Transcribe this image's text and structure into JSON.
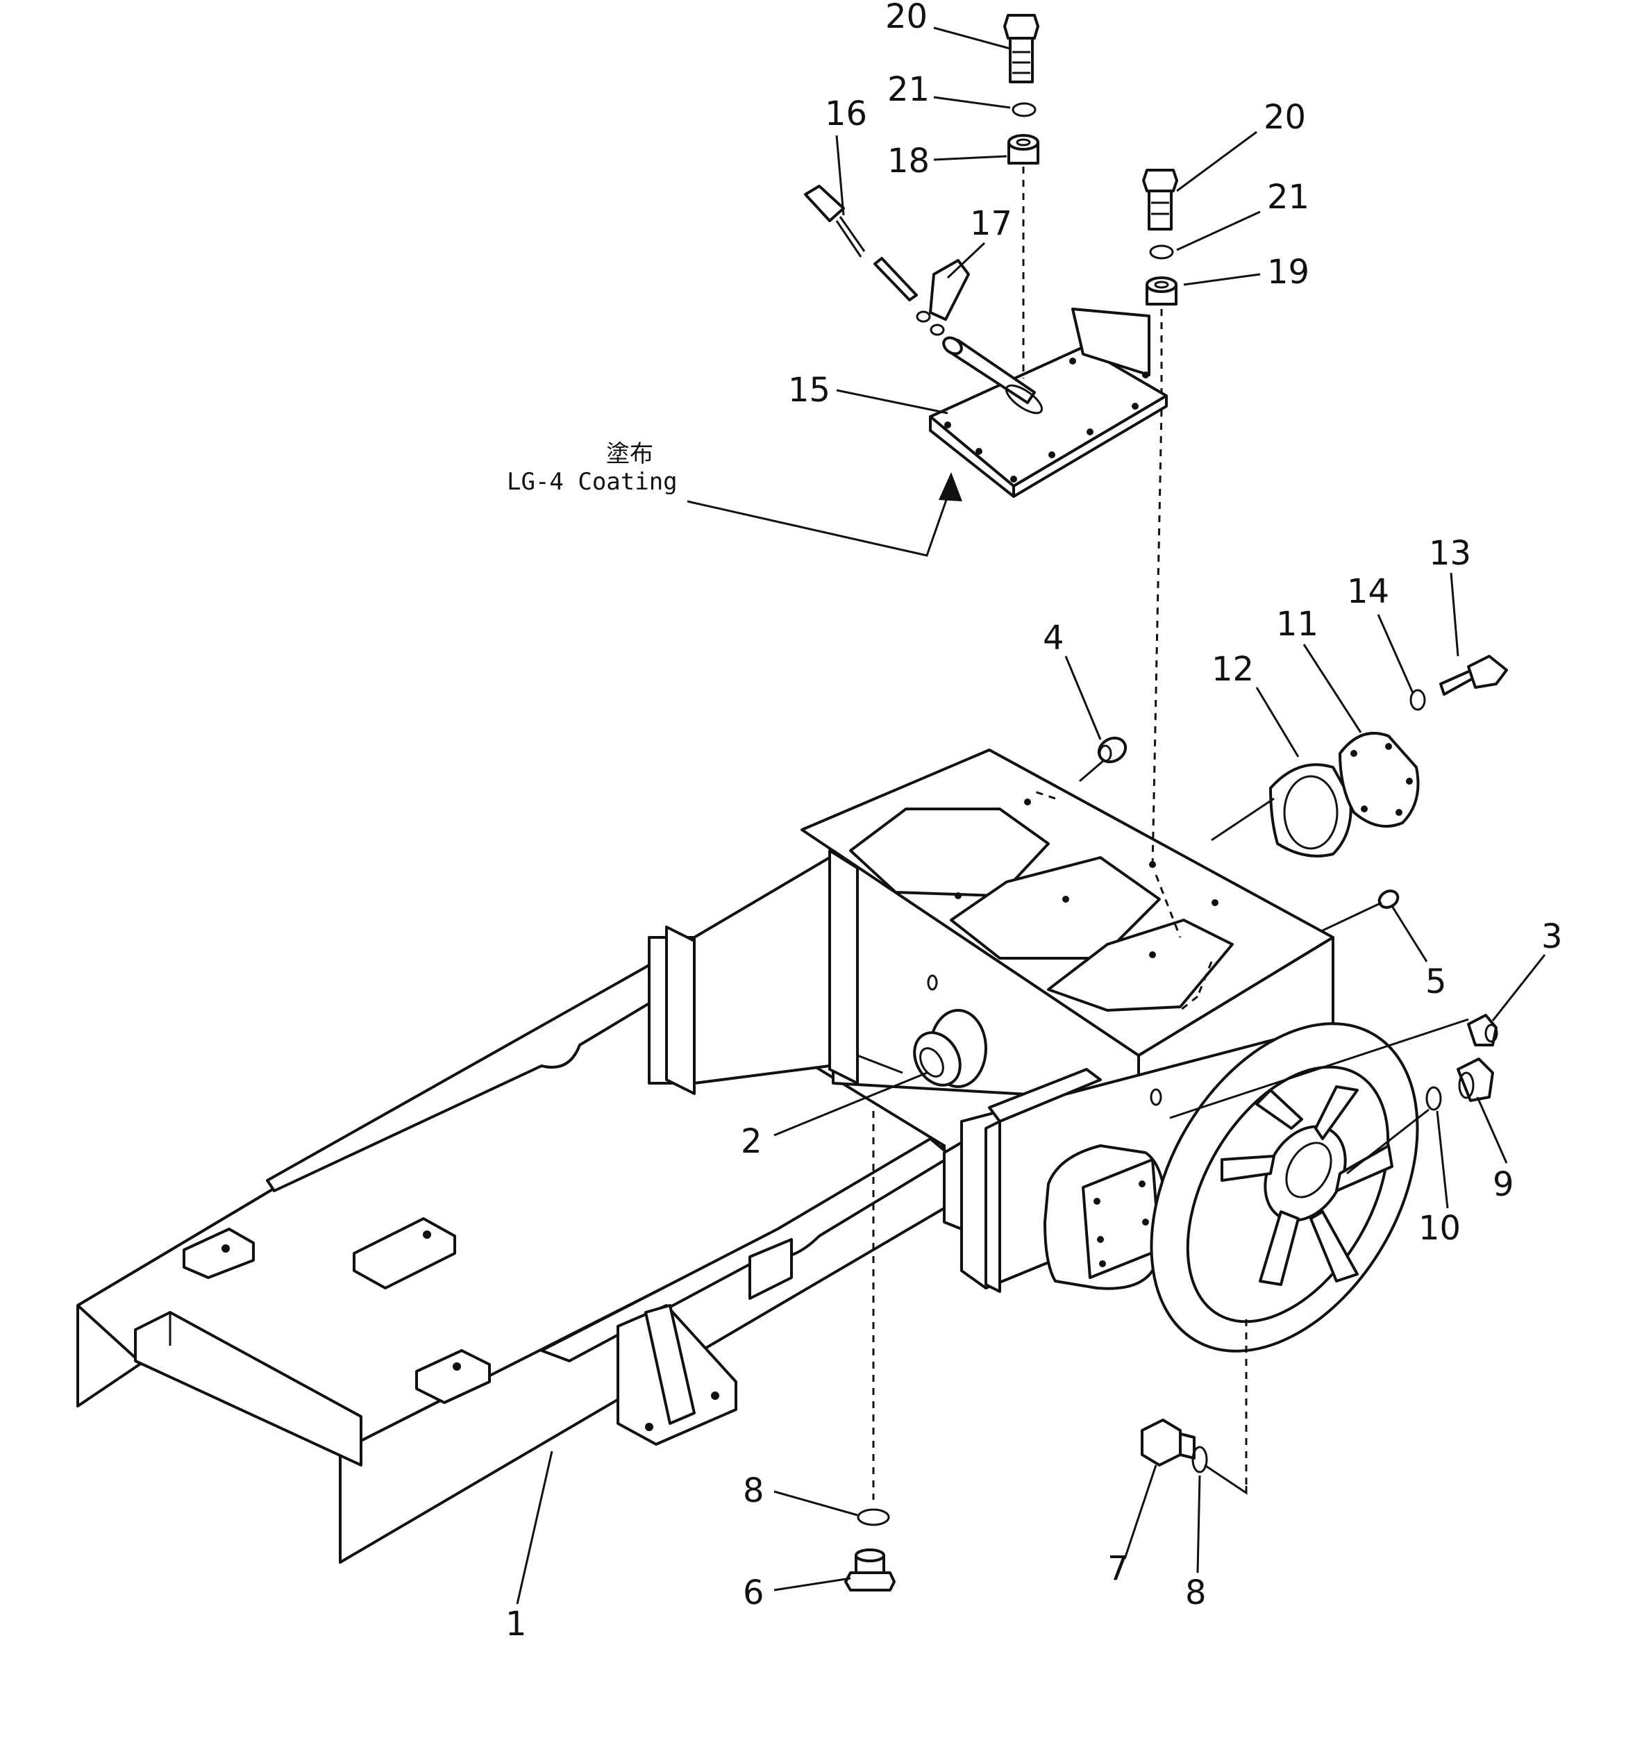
{
  "note": {
    "japanese": "塗布",
    "english": "LG-4  Coating"
  },
  "callouts": [
    {
      "id": "c20a",
      "label": "20"
    },
    {
      "id": "c21a",
      "label": "21"
    },
    {
      "id": "c16",
      "label": "16"
    },
    {
      "id": "c18",
      "label": "18"
    },
    {
      "id": "c20b",
      "label": "20"
    },
    {
      "id": "c21b",
      "label": "21"
    },
    {
      "id": "c17",
      "label": "17"
    },
    {
      "id": "c19",
      "label": "19"
    },
    {
      "id": "c15",
      "label": "15"
    },
    {
      "id": "c13",
      "label": "13"
    },
    {
      "id": "c14",
      "label": "14"
    },
    {
      "id": "c11",
      "label": "11"
    },
    {
      "id": "c12",
      "label": "12"
    },
    {
      "id": "c4",
      "label": "4"
    },
    {
      "id": "c3",
      "label": "3"
    },
    {
      "id": "c5",
      "label": "5"
    },
    {
      "id": "c2",
      "label": "2"
    },
    {
      "id": "c9",
      "label": "9"
    },
    {
      "id": "c10",
      "label": "10"
    },
    {
      "id": "c8a",
      "label": "8"
    },
    {
      "id": "c6",
      "label": "6"
    },
    {
      "id": "c7",
      "label": "7"
    },
    {
      "id": "c8b",
      "label": "8"
    },
    {
      "id": "c1",
      "label": "1"
    }
  ]
}
